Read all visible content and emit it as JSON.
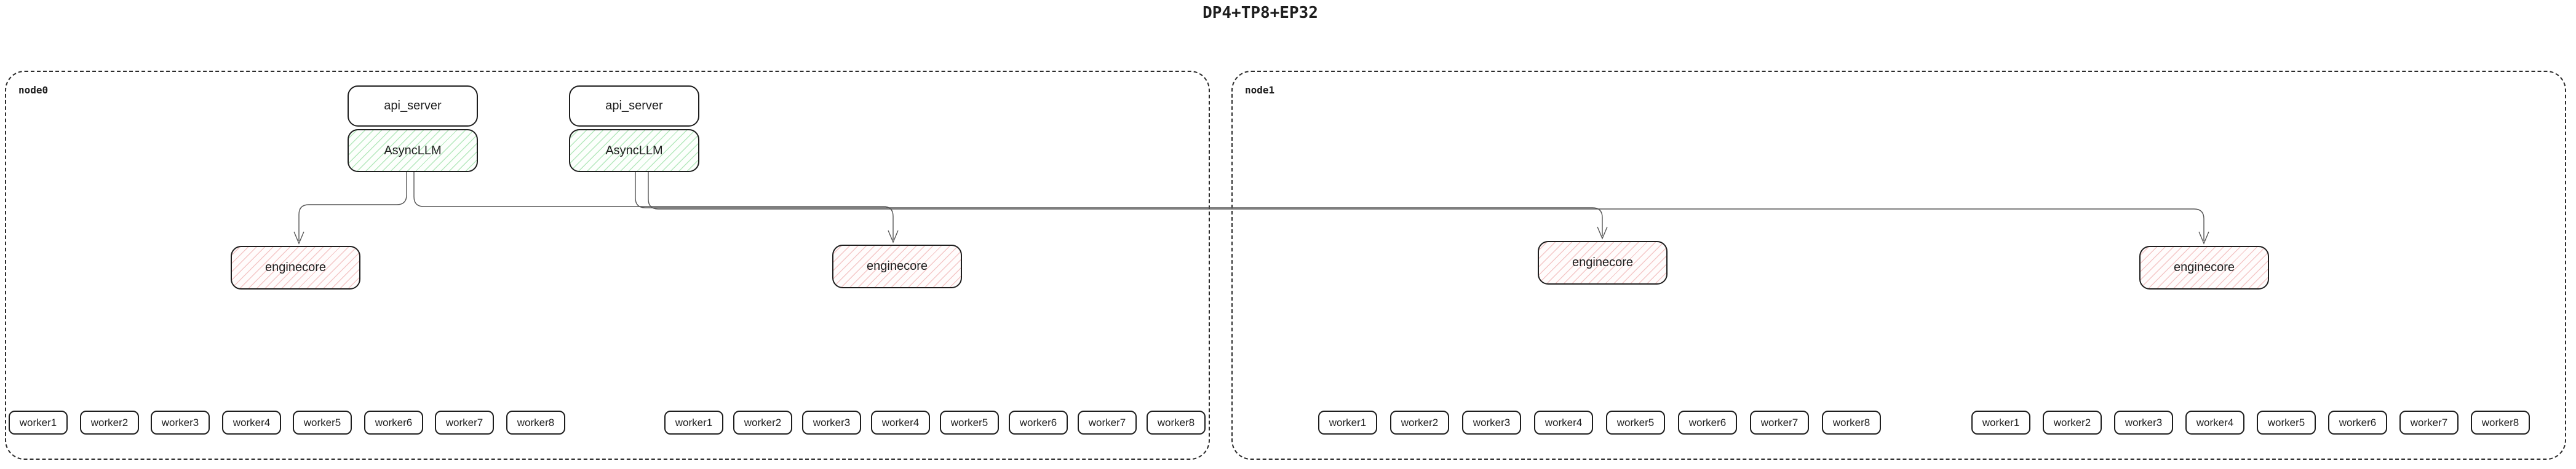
{
  "title": "DP4+TP8+EP32",
  "colors": {
    "stroke": "#1e1e1e",
    "connector": "#555555",
    "green_hatch": "#b5e8bd",
    "red_hatch": "#f4c7c7"
  },
  "nodes": [
    {
      "label": "node0",
      "pairs": [
        {
          "api_server": "api_server",
          "asyncllm": "AsyncLLM"
        },
        {
          "api_server": "api_server",
          "asyncllm": "AsyncLLM"
        }
      ],
      "enginecores": [
        "enginecore",
        "enginecore"
      ],
      "worker_groups": [
        [
          "worker1",
          "worker2",
          "worker3",
          "worker4",
          "worker5",
          "worker6",
          "worker7",
          "worker8"
        ],
        [
          "worker1",
          "worker2",
          "worker3",
          "worker4",
          "worker5",
          "worker6",
          "worker7",
          "worker8"
        ]
      ]
    },
    {
      "label": "node1",
      "pairs": [],
      "enginecores": [
        "enginecore",
        "enginecore"
      ],
      "worker_groups": [
        [
          "worker1",
          "worker2",
          "worker3",
          "worker4",
          "worker5",
          "worker6",
          "worker7",
          "worker8"
        ],
        [
          "worker1",
          "worker2",
          "worker3",
          "worker4",
          "worker5",
          "worker6",
          "worker7",
          "worker8"
        ]
      ]
    }
  ]
}
